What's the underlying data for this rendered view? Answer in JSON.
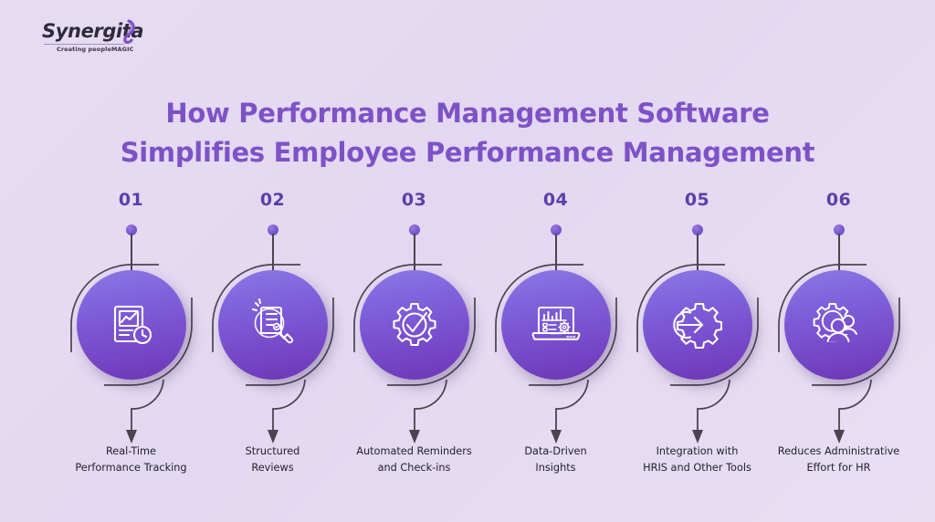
{
  "brand": {
    "name": "Synergita",
    "tagline": "Creating peopleMAGIC",
    "logo_icon": "swirl-logo-icon"
  },
  "title": {
    "line1": "How Performance Management Software",
    "line2": "Simplifies Employee Performance Management",
    "color": "#7d52c7"
  },
  "colors": {
    "background": "#e4daf1",
    "title": "#7d52c7",
    "number": "#5b3fa8",
    "caption": "#23202b",
    "circle_gradient_start": "#8c79e4",
    "circle_gradient_end": "#6d35b6",
    "connector": "#4b4450",
    "dot": "#7e5bd0"
  },
  "steps": [
    {
      "number": "01",
      "caption_line1": "Real-Time",
      "caption_line2": "Performance Tracking",
      "icon": "report-chart-clock-icon"
    },
    {
      "number": "02",
      "caption_line1": "Structured",
      "caption_line2": "Reviews",
      "icon": "magnifier-checklist-icon"
    },
    {
      "number": "03",
      "caption_line1": "Automated Reminders",
      "caption_line2": "and Check-ins",
      "icon": "gear-checkmark-icon"
    },
    {
      "number": "04",
      "caption_line1": "Data-Driven",
      "caption_line2": "Insights",
      "icon": "laptop-dashboard-gear-icon"
    },
    {
      "number": "05",
      "caption_line1": "Integration with",
      "caption_line2": "HRIS and Other Tools",
      "icon": "gear-arrow-in-icon"
    },
    {
      "number": "06",
      "caption_line1": "Reduces Administrative",
      "caption_line2": "Effort for HR",
      "icon": "gear-people-icon"
    }
  ]
}
